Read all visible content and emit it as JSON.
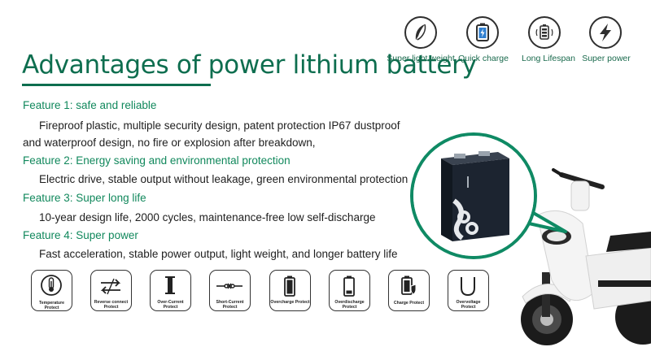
{
  "header": {
    "title": "Advantages of power lithium battery"
  },
  "top_features": [
    {
      "icon": "feather-icon",
      "label": "Super light weight"
    },
    {
      "icon": "battery-charge-icon",
      "label": "Quick charge"
    },
    {
      "icon": "battery-cycle-icon",
      "label": "Long Lifespan"
    },
    {
      "icon": "lightning-icon",
      "label": "Super power"
    }
  ],
  "features": [
    {
      "heading": "Feature 1: safe and reliable",
      "lines": [
        "Fireproof plastic, multiple security design, patent protection IP67 dustproof",
        "and waterproof design, no fire or explosion after breakdown,"
      ]
    },
    {
      "heading": "Feature 2: Energy saving and environmental protection",
      "lines": [
        "Electric drive, stable output without leakage, green environmental protection"
      ]
    },
    {
      "heading": "Feature 3: Super long life",
      "lines": [
        "10-year design life, 2000 cycles, maintenance-free low self-discharge"
      ]
    },
    {
      "heading": "Feature 4: Super power",
      "lines": [
        "Fast acceleration, stable power output, light weight, and longer battery life"
      ]
    }
  ],
  "protections": [
    {
      "icon": "thermometer-icon",
      "label": "Temperature Protect"
    },
    {
      "icon": "reverse-arrows-icon",
      "label": "Reverse connect Protect"
    },
    {
      "icon": "current-bar-icon",
      "label": "Over-Current Protect"
    },
    {
      "icon": "short-circuit-icon",
      "label": "Short-Current Protect"
    },
    {
      "icon": "battery-full-icon",
      "label": "Overcharge Protect"
    },
    {
      "icon": "battery-low-icon",
      "label": "Overdischarge Protect"
    },
    {
      "icon": "battery-shield-icon",
      "label": "Charge Protect"
    },
    {
      "icon": "u-shape-icon",
      "label": "Overvoltage Protect"
    }
  ],
  "colors": {
    "accent": "#0e6e4f",
    "feature_heading": "#11885c",
    "text": "#1e1e1e",
    "scooter_body": "#f4f4f4",
    "battery": "#1c2430"
  }
}
